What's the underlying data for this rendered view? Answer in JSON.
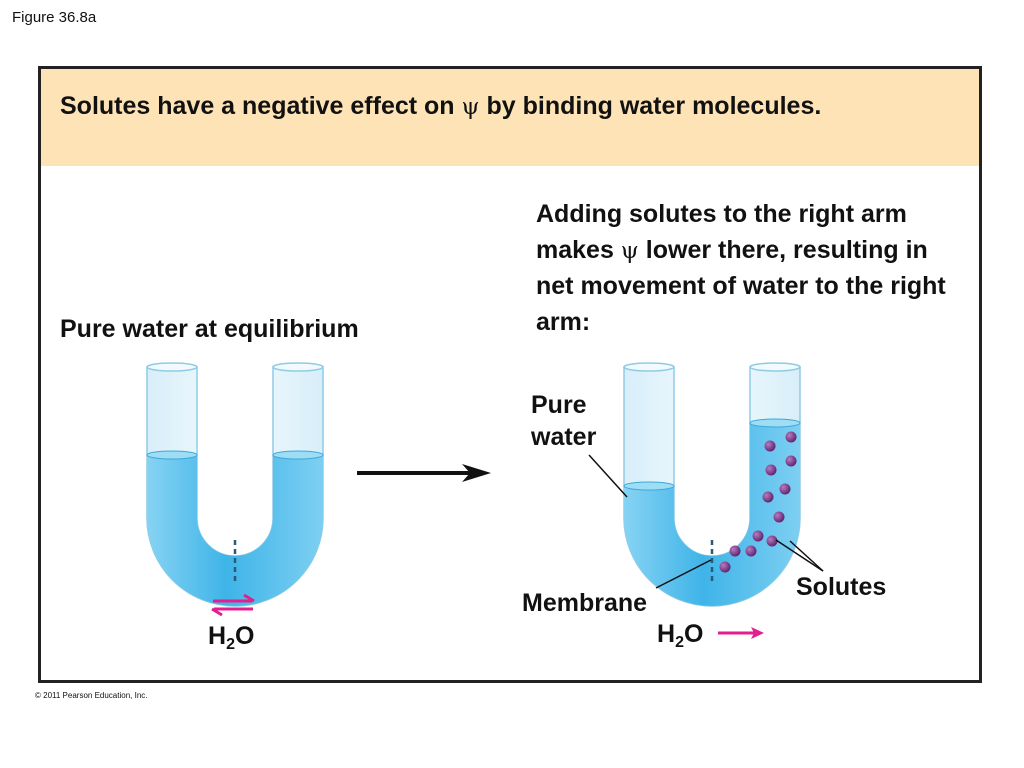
{
  "figure_label": "Figure 36.8a",
  "header": {
    "text_before": "Solutes have a negative effect on ",
    "psi": "ψ",
    "text_after": " by binding water molecules."
  },
  "left_panel": {
    "caption": "Pure water at equilibrium",
    "h2o_main": "H",
    "h2o_sub": "2",
    "h2o_end": "O"
  },
  "right_panel": {
    "caption_part1": "Adding solutes to the right arm makes ",
    "psi": "ψ",
    "caption_part2": " lower there, resulting in net movement of water to the right arm:",
    "label_pure_water": "Pure water",
    "label_membrane": "Membrane",
    "label_solutes": "Solutes",
    "h2o_main": "H",
    "h2o_sub": "2",
    "h2o_end": "O"
  },
  "copyright": "© 2011 Pearson Education, Inc.",
  "colors": {
    "header_bg": "#fde3b5",
    "water": "#5cc0ec",
    "water_light": "#c9ebfa",
    "tube_empty": "#e4f4fc",
    "solute": "#7b2f86",
    "arrow_magenta": "#e21f8f",
    "arrow_black": "#111111"
  }
}
